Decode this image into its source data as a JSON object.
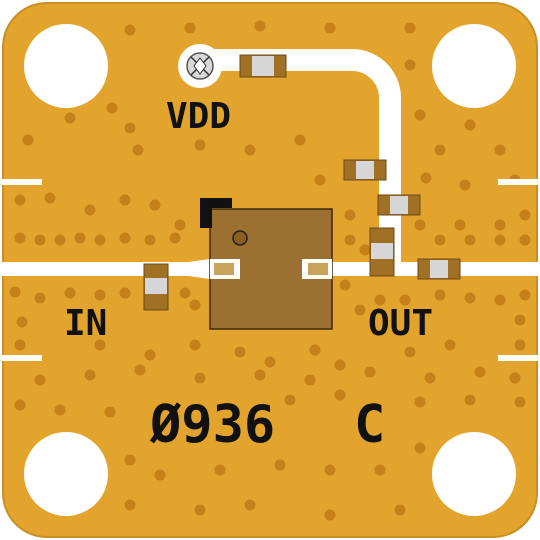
{
  "board": {
    "labels": {
      "vdd": "VDD",
      "in": "IN",
      "out": "OUT",
      "part_code": "Ø936",
      "revision": "C"
    },
    "icons": {
      "bias_pad": "crossed-circle-icon",
      "pin1_marker": "corner-bracket-icon",
      "die_dot": "orientation-dot-icon",
      "mount_holes": "circle-hole-icon"
    },
    "colors": {
      "substrate": "#e3a42d",
      "trace": "#ffffff",
      "via": "#c5801a",
      "component_body": "#a07025",
      "component_pad": "#d6d6d6",
      "chip": "#9c7030",
      "silkscreen": "#111111"
    }
  }
}
